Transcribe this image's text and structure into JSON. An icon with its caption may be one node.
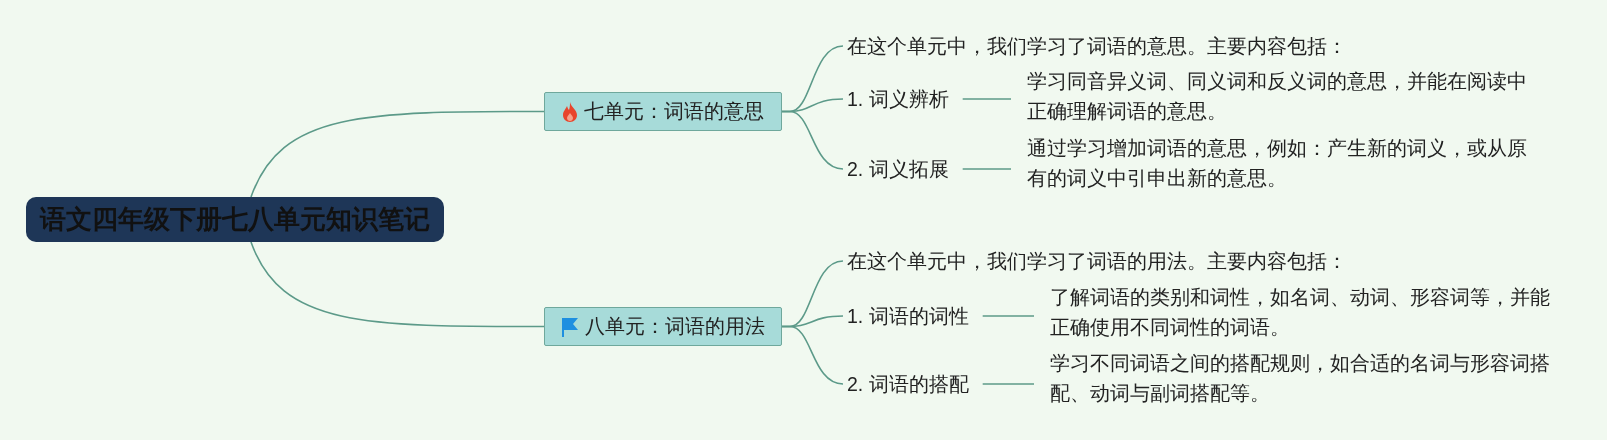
{
  "diagram": {
    "nodes": [
      {
        "text": [
          "语文四年级下册七八单元知识笔记"
        ]
      },
      {
        "text": [
          "七单元：词语的意思"
        ]
      },
      {
        "text": [
          "在这个单元中，我们学习了词语的意思。主要内容包括："
        ]
      },
      {
        "text": [
          "1. 词义辨析"
        ]
      },
      {
        "text": [
          "学习同音异义词、同义词和反义词的意思，并能在阅读中正确理解词语的意思。"
        ]
      },
      {
        "text": [
          "2. 词义拓展"
        ]
      },
      {
        "text": [
          "通过学习增加词语的意思，例如：产生新的词义，或从原有的词义中引申出新的意思。"
        ]
      },
      {
        "text": [
          "八单元：词语的用法"
        ]
      },
      {
        "text": [
          "在这个单元中，我们学习了词语的用法。主要内容包括："
        ]
      },
      {
        "text": [
          "1. 词语的词性"
        ]
      },
      {
        "text": [
          "了解词语的类别和词性，如名词、动词、形容词等，并能正确使用不同词性的词语。"
        ]
      },
      {
        "text": [
          "2. 词语的搭配"
        ]
      },
      {
        "text": [
          "学习不同词语之间的搭配规则，如合适的名词与形容词搭配、动词与副词搭配等。"
        ]
      }
    ],
    "edges": [
      {
        "from": 0,
        "to": 1,
        "arrow": "none"
      },
      {
        "from": 0,
        "to": 7,
        "arrow": "none"
      },
      {
        "from": 1,
        "to": 2,
        "arrow": "none"
      },
      {
        "from": 1,
        "to": 3,
        "arrow": "none"
      },
      {
        "from": 1,
        "to": 5,
        "arrow": "none"
      },
      {
        "from": 3,
        "to": 4,
        "arrow": "none"
      },
      {
        "from": 5,
        "to": 6,
        "arrow": "none"
      },
      {
        "from": 7,
        "to": 8,
        "arrow": "none"
      },
      {
        "from": 7,
        "to": 9,
        "arrow": "none"
      },
      {
        "from": 7,
        "to": 11,
        "arrow": "none"
      },
      {
        "from": 9,
        "to": 10,
        "arrow": "none"
      },
      {
        "from": 11,
        "to": 12,
        "arrow": "none"
      }
    ]
  }
}
